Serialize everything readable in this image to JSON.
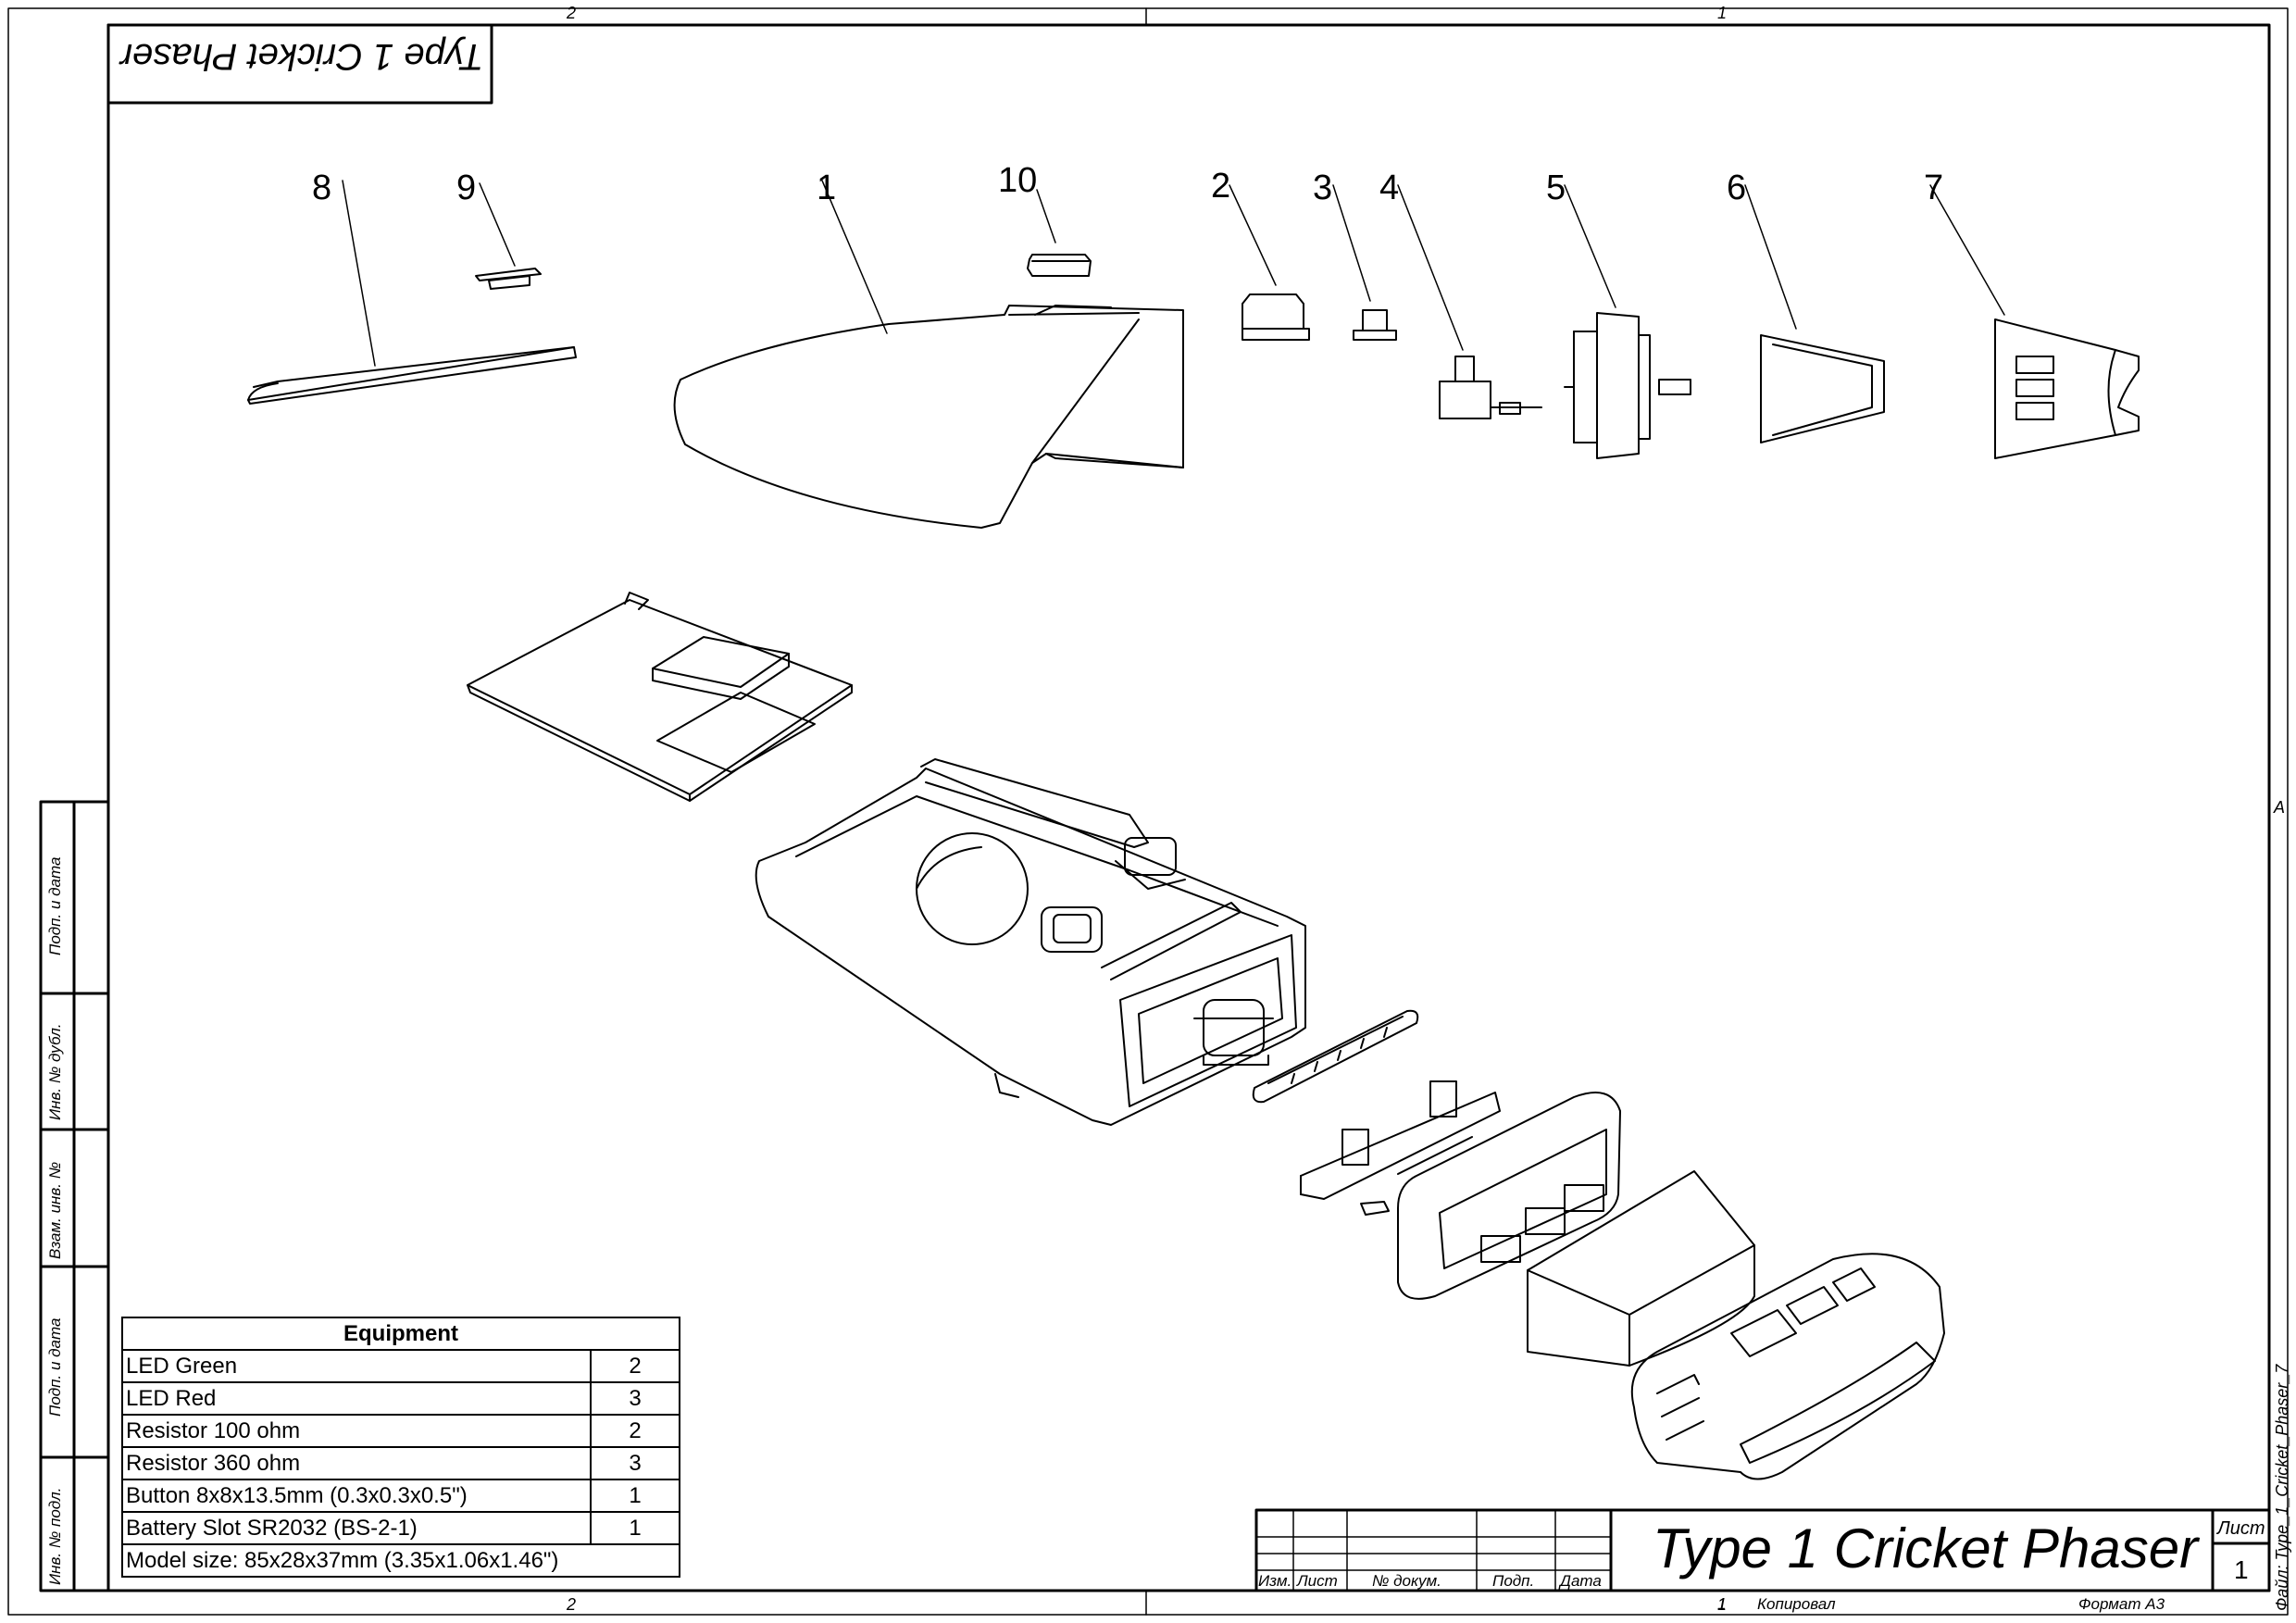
{
  "zones": {
    "top_left": "2",
    "top_right": "1",
    "bottom_left": "2",
    "bottom_right": "1",
    "right_side": "A"
  },
  "flipped_title": "Type 1 Cricket Phaser",
  "callouts": [
    "8",
    "9",
    "1",
    "10",
    "2",
    "3",
    "4",
    "5",
    "6",
    "7"
  ],
  "side_stamps": [
    "Подп. и дата",
    "Инв. № дубл.",
    "Взам. инв. №",
    "Подп. и дата",
    "Инв. № подл."
  ],
  "equipment": {
    "header": "Equipment",
    "rows": [
      {
        "name": "LED Green",
        "qty": "2"
      },
      {
        "name": "LED Red",
        "qty": "3"
      },
      {
        "name": "Resistor 100 ohm",
        "qty": "2"
      },
      {
        "name": "Resistor 360 ohm",
        "qty": "3"
      },
      {
        "name": "Button 8x8x13.5mm (0.3x0.3x0.5\")",
        "qty": "1"
      },
      {
        "name": "Battery Slot SR2032 (BS-2-1)",
        "qty": "1"
      }
    ],
    "model_size": "Model size: 85x28x37mm (3.35x1.06x1.46\")"
  },
  "title_block": {
    "col_labels": [
      "Изм.",
      "Лист",
      "№ докум.",
      "Подп.",
      "Дата"
    ],
    "title": "Type 1 Cricket Phaser",
    "sheet_label": "Лист",
    "sheet_number": "1",
    "copied_label": "Копировал",
    "copied_number": "1",
    "format_label": "Формат А3",
    "file_label": "Файл: Type_1_Cricket_Phaser_7"
  }
}
